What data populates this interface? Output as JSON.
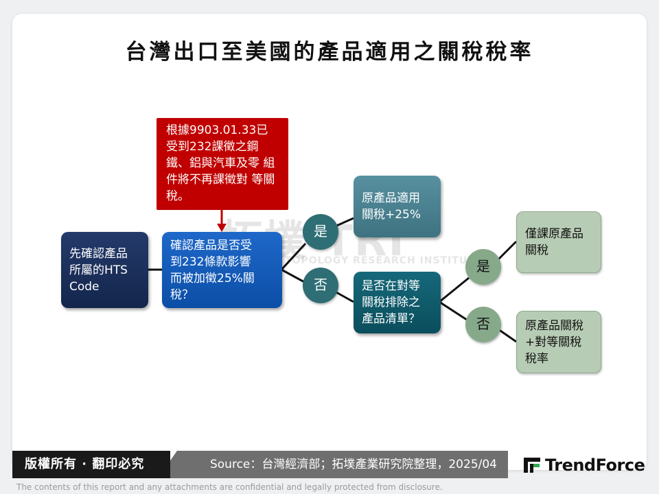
{
  "title": "台灣出口至美國的產品適用之關稅稅率",
  "watermark": {
    "cn": "拓墣 TRI",
    "en": "TOPOLOGY RESEARCH INSTITUTE"
  },
  "callout": {
    "lines": [
      "根據9903.01.33已",
      "受到232課徵之鋼",
      "鐵、鋁與汽車及零",
      "組件將不再課徵對",
      "等關稅。"
    ]
  },
  "nodes": {
    "start": {
      "lines": [
        "先確認產品",
        "所屬的HTS",
        "Code"
      ]
    },
    "question1": {
      "lines": [
        "確認產品是否受",
        "到232條款影響",
        "而被加徵25%關",
        "稅？"
      ]
    },
    "yes1_result": {
      "lines": [
        "原產品適用",
        "關稅+25%"
      ]
    },
    "question2": {
      "lines": [
        "是否在對等",
        "關稅排除之",
        "產品清單？"
      ]
    },
    "yes2_result": {
      "lines": [
        "僅課原產品",
        "關稅"
      ]
    },
    "no2_result": {
      "lines": [
        "原產品關稅",
        "+對等關稅",
        "稅率"
      ]
    }
  },
  "branch_labels": {
    "yes1": "是",
    "no1": "否",
    "yes2": "是",
    "no2": "否"
  },
  "colors": {
    "navy": "#13264c",
    "blue": "#0b4ea6",
    "red": "#c00000",
    "teal": "#3e7280",
    "dark_teal": "#0a4e5c",
    "green": "#b7ccb4"
  },
  "footer": {
    "rights": "版權所有 · 翻印必究",
    "source": "Source：台灣經濟部；拓墣產業研究院整理，2025/04",
    "brand": "TrendForce",
    "disclaimer": "The contents of this report and any attachments are confidential and legally protected from disclosure."
  }
}
